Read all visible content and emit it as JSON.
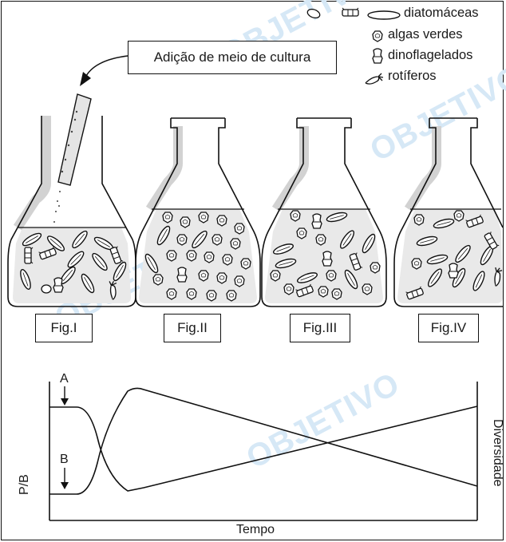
{
  "callout": {
    "text": "Adição de meio de cultura"
  },
  "legend": {
    "diatoms": "diatomáceas",
    "green_algae": "algas verdes",
    "dinoflagellates": "dinoflagelados",
    "rotifers": "rotíferos"
  },
  "figures": [
    {
      "label": "Fig.I"
    },
    {
      "label": "Fig.II"
    },
    {
      "label": "Fig.III"
    },
    {
      "label": "Fig.IV"
    }
  ],
  "graph": {
    "marker_a": "A",
    "marker_b": "B",
    "y_label_left": "P/B",
    "y_label_right": "Diversidade",
    "x_label": "Tempo"
  },
  "watermark": "OBJETIVO",
  "colors": {
    "ink": "#111111",
    "flask_shading": "#d2d2d2",
    "liquid": "#e9e9e9",
    "watermark": "#d6e8f6"
  }
}
